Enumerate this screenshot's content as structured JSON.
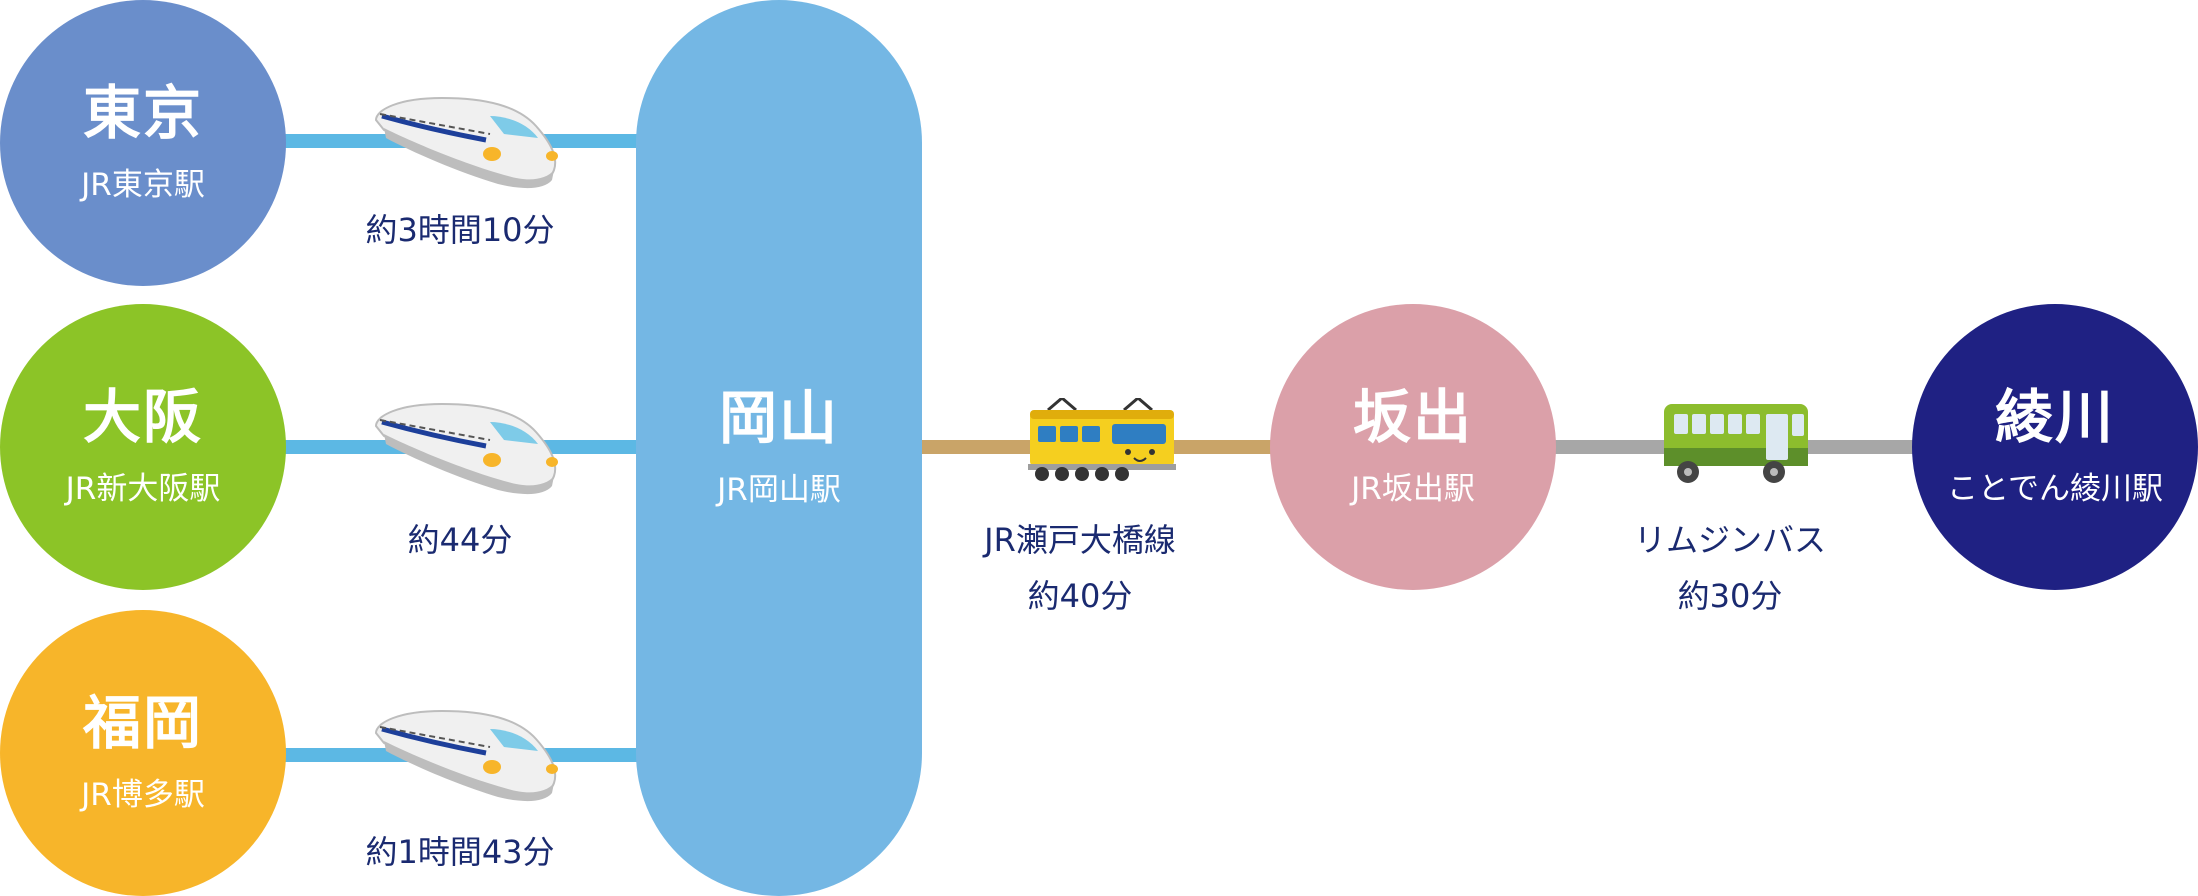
{
  "colors": {
    "tokyo": "#6a8ecb",
    "osaka": "#8cc427",
    "fukuoka": "#f7b52a",
    "okayama": "#74b7e4",
    "sakaide": "#dba0a9",
    "ayagawa": "#1f2183",
    "label_text": "#1a2a70",
    "shinkansen_line": "#5cb8e4",
    "seto_line": "#c9a468",
    "bus_line": "#a7a7a7"
  },
  "icons": {
    "shinkansen": "shinkansen-train-icon",
    "local_train": "yellow-train-icon",
    "bus": "green-bus-icon"
  },
  "stations": {
    "tokyo": {
      "name": "東京",
      "sub": "JR東京駅"
    },
    "osaka": {
      "name": "大阪",
      "sub": "JR新大阪駅"
    },
    "fukuoka": {
      "name": "福岡",
      "sub": "JR博多駅"
    },
    "okayama": {
      "name": "岡山",
      "sub": "JR岡山駅"
    },
    "sakaide": {
      "name": "坂出",
      "sub": "JR坂出駅"
    },
    "ayagawa": {
      "name": "綾川",
      "sub": "ことでん綾川駅"
    }
  },
  "routes": {
    "tokyo_okayama": {
      "time": "約3時間10分"
    },
    "osaka_okayama": {
      "time": "約44分"
    },
    "fukuoka_okayama": {
      "time": "約1時間43分"
    },
    "okayama_sakaide": {
      "line": "JR瀬戸大橋線",
      "time": "約40分"
    },
    "sakaide_ayagawa": {
      "line": "リムジンバス",
      "time": "約30分"
    }
  }
}
